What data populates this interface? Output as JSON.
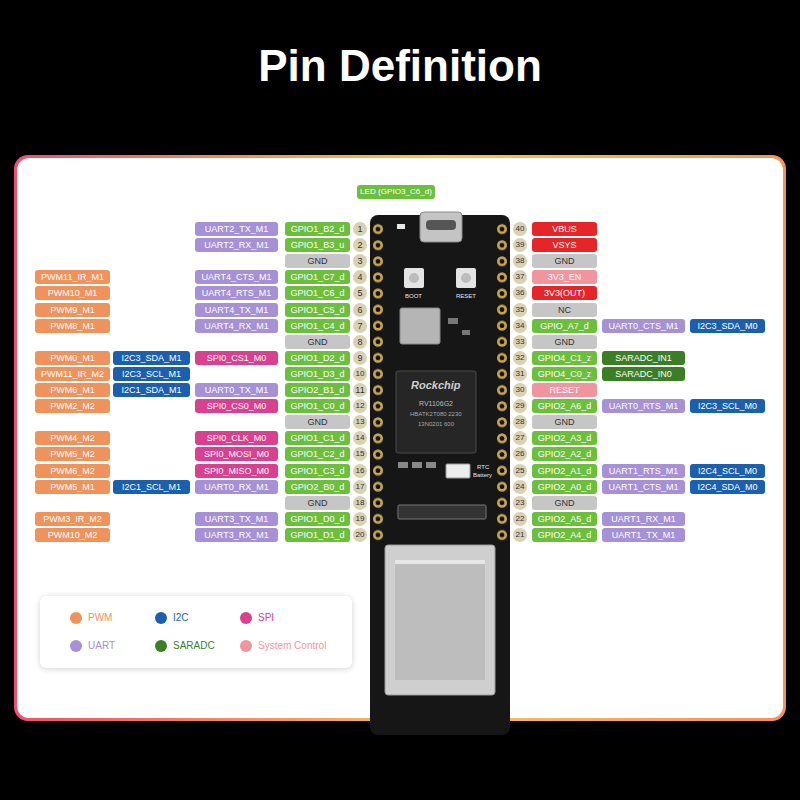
{
  "diagram": {
    "title": "Pin Definition",
    "nodes": [
      {
        "text": [
          "LED (GPIO3_C6_d)"
        ]
      },
      {
        "text": [
          "UART2_TX_M1"
        ]
      },
      {
        "text": [
          "GPIO1_B2_d"
        ]
      },
      {
        "text": [
          "1"
        ]
      },
      {
        "text": [
          "40"
        ]
      },
      {
        "text": [
          "VBUS"
        ]
      },
      {
        "text": [
          "UART2_RX_M1"
        ]
      },
      {
        "text": [
          "GPIO1_B3_u"
        ]
      },
      {
        "text": [
          "2"
        ]
      },
      {
        "text": [
          "39"
        ]
      },
      {
        "text": [
          "VSYS"
        ]
      },
      {
        "text": [
          "GND"
        ]
      },
      {
        "text": [
          "3"
        ]
      },
      {
        "text": [
          "38"
        ]
      },
      {
        "text": [
          "GND"
        ]
      },
      {
        "text": [
          "PWM11_IR_M1"
        ]
      },
      {
        "text": [
          "UART4_CTS_M1"
        ]
      },
      {
        "text": [
          "GPIO1_C7_d"
        ]
      },
      {
        "text": [
          "4"
        ]
      },
      {
        "text": [
          "37"
        ]
      },
      {
        "text": [
          "3V3_EN"
        ]
      },
      {
        "text": [
          "PWM10_M1"
        ]
      },
      {
        "text": [
          "UART4_RTS_M1"
        ]
      },
      {
        "text": [
          "GPIO1_C6_d"
        ]
      },
      {
        "text": [
          "5"
        ]
      },
      {
        "text": [
          "36"
        ]
      },
      {
        "text": [
          "3V3(OUT)"
        ]
      },
      {
        "text": [
          "PWM9_M1"
        ]
      },
      {
        "text": [
          "UART4_TX_M1"
        ]
      },
      {
        "text": [
          "GPIO1_C5_d"
        ]
      },
      {
        "text": [
          "6"
        ]
      },
      {
        "text": [
          "35"
        ]
      },
      {
        "text": [
          "NC"
        ]
      },
      {
        "text": [
          "PWM8_M1"
        ]
      },
      {
        "text": [
          "UART4_RX_M1"
        ]
      },
      {
        "text": [
          "GPIO1_C4_d"
        ]
      },
      {
        "text": [
          "7"
        ]
      },
      {
        "text": [
          "34"
        ]
      },
      {
        "text": [
          "GPIO_A7_d"
        ]
      },
      {
        "text": [
          "UART0_CTS_M1"
        ]
      },
      {
        "text": [
          "I2C3_SDA_M0"
        ]
      },
      {
        "text": [
          "GND"
        ]
      },
      {
        "text": [
          "8"
        ]
      },
      {
        "text": [
          "33"
        ]
      },
      {
        "text": [
          "GND"
        ]
      },
      {
        "text": [
          "PWM0_M1"
        ]
      },
      {
        "text": [
          "I2C3_SDA_M1"
        ]
      },
      {
        "text": [
          "SPI0_CS1_M0"
        ]
      },
      {
        "text": [
          "GPIO1_D2_d"
        ]
      },
      {
        "text": [
          "9"
        ]
      },
      {
        "text": [
          "32"
        ]
      },
      {
        "text": [
          "GPIO4_C1_z"
        ]
      },
      {
        "text": [
          "SARADC_IN1"
        ]
      },
      {
        "text": [
          "PWM11_IR_M2"
        ]
      },
      {
        "text": [
          "I2C3_SCL_M1"
        ]
      },
      {
        "text": [
          "GPIO1_D3_d"
        ]
      },
      {
        "text": [
          "10"
        ]
      },
      {
        "text": [
          "31"
        ]
      },
      {
        "text": [
          "GPIO4_C0_z"
        ]
      },
      {
        "text": [
          "SARADC_IN0"
        ]
      },
      {
        "text": [
          "PWM6_M1"
        ]
      },
      {
        "text": [
          "I2C1_SDA_M1"
        ]
      },
      {
        "text": [
          "UART0_TX_M1"
        ]
      },
      {
        "text": [
          "GPIO2_B1_d"
        ]
      },
      {
        "text": [
          "11"
        ]
      },
      {
        "text": [
          "30"
        ]
      },
      {
        "text": [
          "RESET"
        ]
      },
      {
        "text": [
          "PWM2_M2"
        ]
      },
      {
        "text": [
          "SPI0_CS0_M0"
        ]
      },
      {
        "text": [
          "GPIO1_C0_d"
        ]
      },
      {
        "text": [
          "12"
        ]
      },
      {
        "text": [
          "29"
        ]
      },
      {
        "text": [
          "GPIO2_A6_d"
        ]
      },
      {
        "text": [
          "UART0_RTS_M1"
        ]
      },
      {
        "text": [
          "I2C3_SCL_M0"
        ]
      },
      {
        "text": [
          "GND"
        ]
      },
      {
        "text": [
          "13"
        ]
      },
      {
        "text": [
          "28"
        ]
      },
      {
        "text": [
          "GND"
        ]
      },
      {
        "text": [
          "PWM4_M2"
        ]
      },
      {
        "text": [
          "SPI0_CLK_M0"
        ]
      },
      {
        "text": [
          "GPIO1_C1_d"
        ]
      },
      {
        "text": [
          "14"
        ]
      },
      {
        "text": [
          "27"
        ]
      },
      {
        "text": [
          "GPIO2_A3_d"
        ]
      },
      {
        "text": [
          "PWM5_M2"
        ]
      },
      {
        "text": [
          "SPI0_MOSI_M0"
        ]
      },
      {
        "text": [
          "GPIO1_C2_d"
        ]
      },
      {
        "text": [
          "15"
        ]
      },
      {
        "text": [
          "26"
        ]
      },
      {
        "text": [
          "GPIO2_A2_d"
        ]
      },
      {
        "text": [
          "PWM6_M2"
        ]
      },
      {
        "text": [
          "SPI0_MISO_M0"
        ]
      },
      {
        "text": [
          "GPIO1_C3_d"
        ]
      },
      {
        "text": [
          "16"
        ]
      },
      {
        "text": [
          "25"
        ]
      },
      {
        "text": [
          "GPIO2_A1_d"
        ]
      },
      {
        "text": [
          "UART1_RTS_M1"
        ]
      },
      {
        "text": [
          "I2C4_SCL_M0"
        ]
      },
      {
        "text": [
          "PWM5_M1"
        ]
      },
      {
        "text": [
          "I2C1_SCL_M1"
        ]
      },
      {
        "text": [
          "UART0_RX_M1"
        ]
      },
      {
        "text": [
          "GPIO2_B0_d"
        ]
      },
      {
        "text": [
          "17"
        ]
      },
      {
        "text": [
          "24"
        ]
      },
      {
        "text": [
          "GPIO2_A0_d"
        ]
      },
      {
        "text": [
          "UART1_CTS_M1"
        ]
      },
      {
        "text": [
          "I2C4_SDA_M0"
        ]
      },
      {
        "text": [
          "GND"
        ]
      },
      {
        "text": [
          "18"
        ]
      },
      {
        "text": [
          "23"
        ]
      },
      {
        "text": [
          "GND"
        ]
      },
      {
        "text": [
          "PWM3_IR_M2"
        ]
      },
      {
        "text": [
          "UART3_TX_M1"
        ]
      },
      {
        "text": [
          "GPIO1_D0_d"
        ]
      },
      {
        "text": [
          "19"
        ]
      },
      {
        "text": [
          "22"
        ]
      },
      {
        "text": [
          "GPIO2_A5_d"
        ]
      },
      {
        "text": [
          "UART1_RX_M1"
        ]
      },
      {
        "text": [
          "PWM10_M2"
        ]
      },
      {
        "text": [
          "UART3_RX_M1"
        ]
      },
      {
        "text": [
          "GPIO1_D1_d"
        ]
      },
      {
        "text": [
          "20"
        ]
      },
      {
        "text": [
          "21"
        ]
      },
      {
        "text": [
          "GPIO2_A4_d"
        ]
      },
      {
        "text": [
          "UART1_TX_M1"
        ]
      }
    ],
    "labels": [
      "BOOT",
      "RESET",
      "Rockchip",
      "RV1106G2",
      "HBATK2T080 2230",
      "13N0201 600",
      "RTC",
      "Battery"
    ],
    "legend": [
      {
        "text": "PWM",
        "color": "#f0925c"
      },
      {
        "text": "I2C",
        "color": "#1b5fae"
      },
      {
        "text": "SPI",
        "color": "#d9408f"
      },
      {
        "text": "UART",
        "color": "#a690d6"
      },
      {
        "text": "SARADC",
        "color": "#3c7e26"
      },
      {
        "text": "System Control",
        "color": "#f0959d"
      }
    ]
  }
}
